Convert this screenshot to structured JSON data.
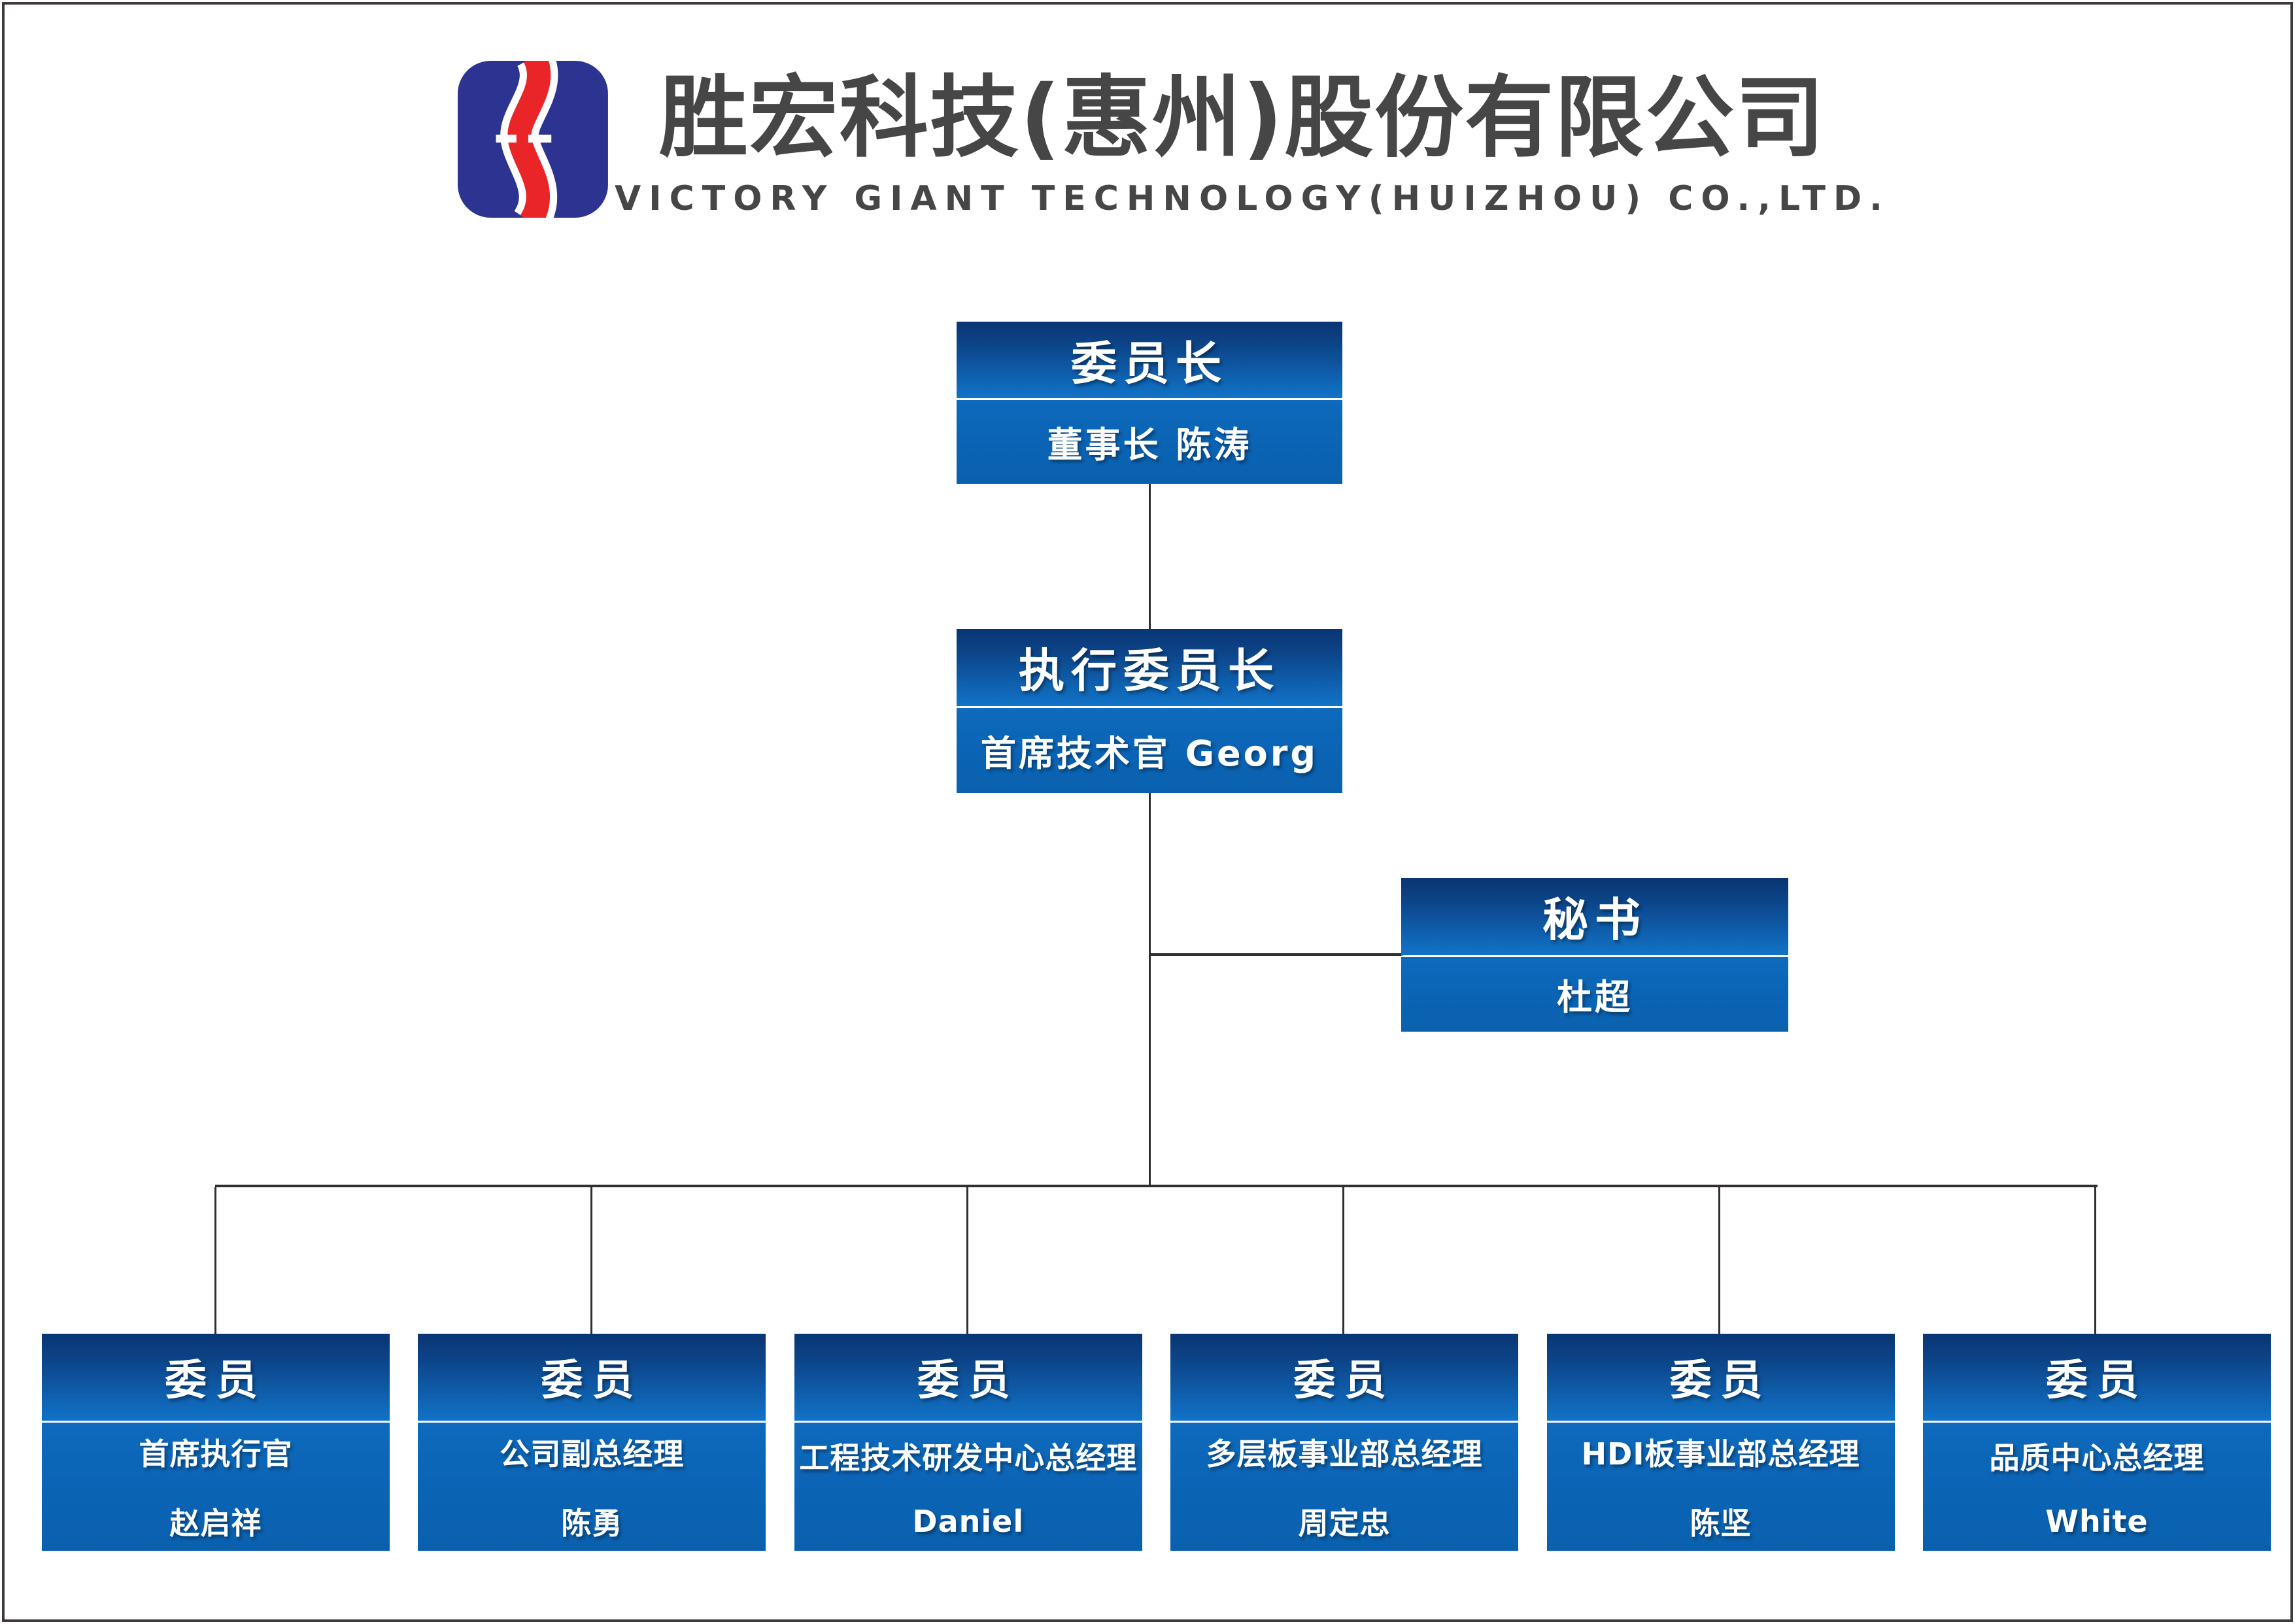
{
  "page": {
    "background": "#ffffff",
    "frame_border_color": "#3f3939"
  },
  "header": {
    "logo": {
      "name": "victory-giant-logo",
      "blue": "#2d3390",
      "red": "#e92528"
    },
    "company_name_zh": "胜宏科技(惠州)股份有限公司",
    "company_name_en": "VICTORY GIANT TECHNOLOGY(HUIZHOU) CO.,LTD.",
    "text_color": "#464646"
  },
  "org_chart": {
    "node_color_top": "#0a3572",
    "node_color_bright": "#1173c8",
    "node_color_bottom": "#0961ae",
    "connector_color": "#332e2e",
    "nodes": {
      "chairman": {
        "title": "委员长",
        "subtitle": "董事长 陈涛"
      },
      "executive_chairman": {
        "title": "执行委员长",
        "subtitle": "首席技术官 Georg"
      },
      "secretary": {
        "title": "秘书",
        "subtitle": "杜超"
      }
    },
    "members": [
      {
        "title": "委员",
        "role": "首席执行官",
        "name": "赵启祥"
      },
      {
        "title": "委员",
        "role": "公司副总经理",
        "name": "陈勇"
      },
      {
        "title": "委员",
        "role": "工程技术研发中心总经理",
        "name": "Daniel"
      },
      {
        "title": "委员",
        "role": "多层板事业部总经理",
        "name": "周定忠"
      },
      {
        "title": "委员",
        "role": "HDI板事业部总经理",
        "name": "陈坚"
      },
      {
        "title": "委员",
        "role": "品质中心总经理",
        "name": "White"
      }
    ]
  }
}
